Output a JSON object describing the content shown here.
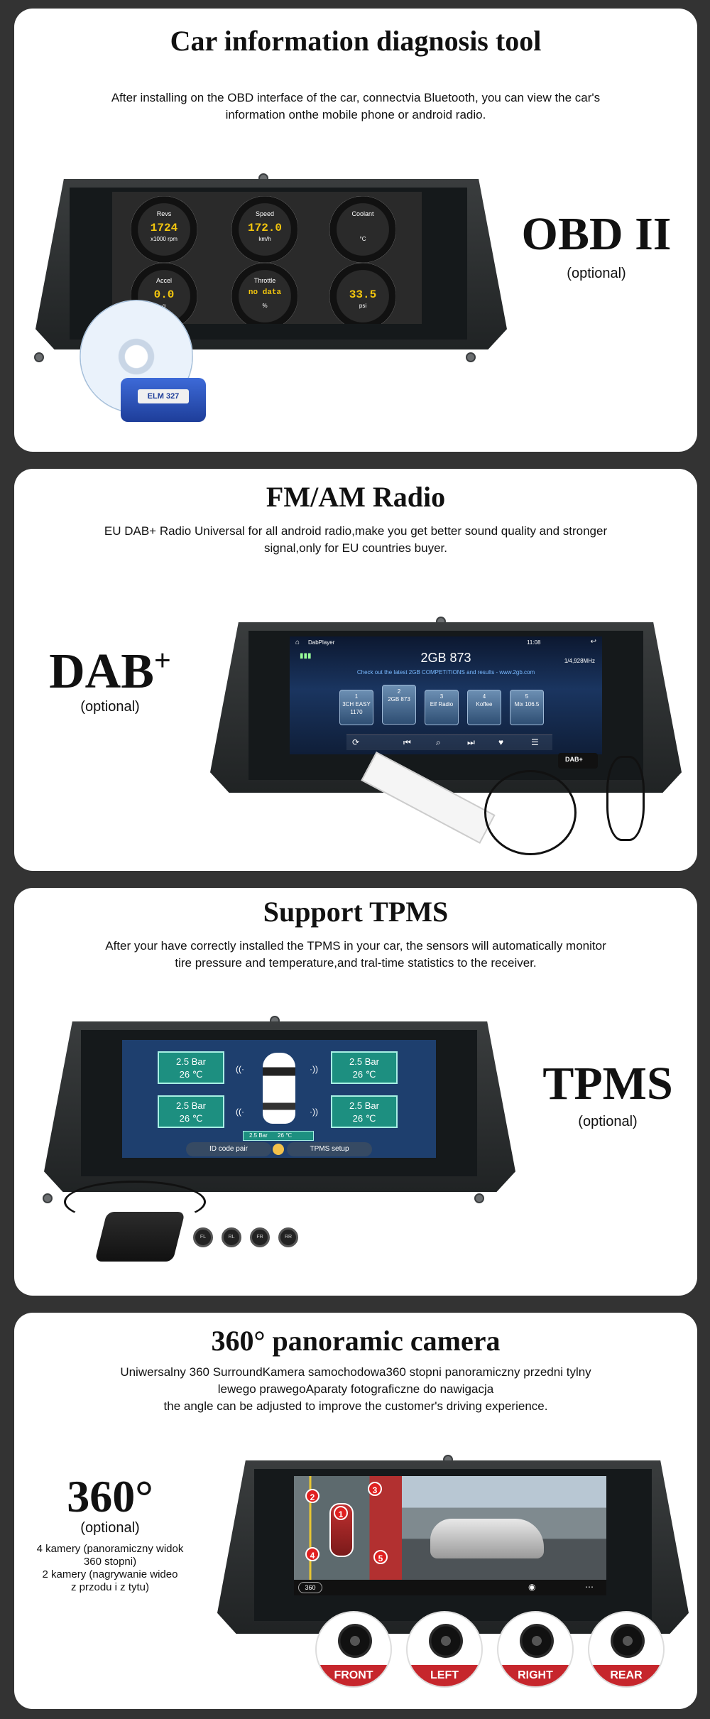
{
  "obd": {
    "title": "Car information diagnosis tool",
    "desc_line1": "After installing on the OBD interface of the car, connectvia Bluetooth, you can view the car's",
    "desc_line2": "information onthe mobile phone or android radio.",
    "big": "OBD II",
    "optional": "(optional)",
    "gauges": [
      {
        "name": "Revs",
        "value": "1724",
        "unit": "x1000 rpm"
      },
      {
        "name": "Speed",
        "value": "172.0",
        "unit": "km/h"
      },
      {
        "name": "Coolant",
        "value": "",
        "unit": "°C"
      },
      {
        "name": "Accel",
        "value": "0.0",
        "unit": "g"
      },
      {
        "name": "Throttle",
        "value": "no data",
        "unit": "%"
      },
      {
        "name": "",
        "value": "33.5",
        "unit": "psi"
      }
    ],
    "adapter_label": "ELM 327"
  },
  "dab": {
    "title": "FM/AM Radio",
    "desc_line1": "EU DAB+ Radio Universal for all android radio,make you get better sound quality and stronger",
    "desc_line2": "signal,only for EU countries buyer.",
    "big": "DAB",
    "big_sup": "+",
    "optional": "(optional)",
    "app_name": "DabPlayer",
    "time": "11:08",
    "station": "2GB 873",
    "freq": "1/4,928MHz",
    "ticker": "Check out the latest 2GB COMPETITIONS and results - www.2gb.com",
    "presets": [
      {
        "num": "1",
        "name": "3CH EASY 1170"
      },
      {
        "num": "2",
        "name": "2GB 873"
      },
      {
        "num": "3",
        "name": "Elf Radio"
      },
      {
        "num": "4",
        "name": "Koffee"
      },
      {
        "num": "5",
        "name": "Mix 106.5"
      }
    ],
    "antenna_label": "DAB+"
  },
  "tpms": {
    "title": "Support TPMS",
    "desc_line1": "After your have correctly installed the TPMS in your car, the sensors will automatically monitor",
    "desc_line2": "tire pressure and temperature,and tral-time statistics to the receiver.",
    "big": "TPMS",
    "optional": "(optional)",
    "tires": [
      {
        "pressure": "2.5 Bar",
        "temp": "26 ℃"
      },
      {
        "pressure": "2.5 Bar",
        "temp": "26 ℃"
      },
      {
        "pressure": "2.5 Bar",
        "temp": "26 ℃"
      },
      {
        "pressure": "2.5 Bar",
        "temp": "26 ℃"
      }
    ],
    "spare_pressure": "2.5 Bar",
    "spare_temp": "26 ℃",
    "btn_pair": "ID code pair",
    "btn_setup": "TPMS setup",
    "sensors": [
      "FL",
      "RL",
      "FR",
      "RR"
    ]
  },
  "cam": {
    "title": "360° panoramic camera",
    "desc_line1": "Uniwersalny 360 SurroundKamera samochodowa360 stopni panoramiczny przedni tylny",
    "desc_line2": "lewego prawegoAparaty fotograficzne do nawigacja",
    "desc_line3": "the angle can be adjusted to improve the customer's driving experience.",
    "big": "360°",
    "optional": "(optional)",
    "note_line1": "4 kamery (panoramiczny widok",
    "note_line2": "360 stopni)",
    "note_line3": "2 kamery (nagrywanie wideo",
    "note_line4": "z przodu i z tytu)",
    "views": [
      "1",
      "2",
      "3",
      "4",
      "5"
    ],
    "btn_360": "360",
    "labels": [
      "FRONT",
      "LEFT",
      "RIGHT",
      "REAR"
    ]
  }
}
